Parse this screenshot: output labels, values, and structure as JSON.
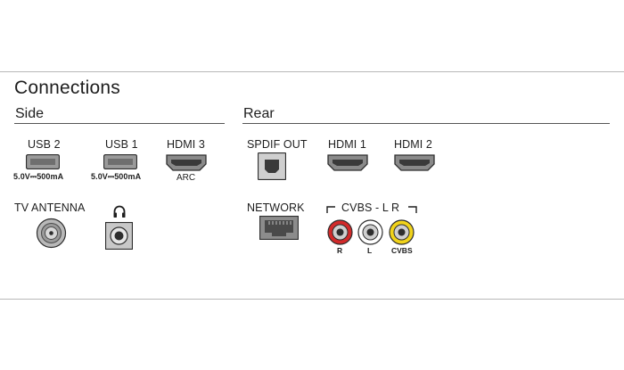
{
  "title": "Connections",
  "sections": {
    "side": "Side",
    "rear": "Rear"
  },
  "ports": {
    "usb2": {
      "label": "USB 2",
      "spec": "5.0V⎓500mA",
      "icon": "usb-port-icon"
    },
    "usb1": {
      "label": "USB 1",
      "spec": "5.0V⎓500mA",
      "icon": "usb-port-icon"
    },
    "hdmi3": {
      "label": "HDMI 3",
      "sub": "ARC",
      "icon": "hdmi-port-icon"
    },
    "spdif": {
      "label": "SPDIF OUT",
      "icon": "optical-port-icon"
    },
    "hdmi1": {
      "label": "HDMI 1",
      "icon": "hdmi-port-icon"
    },
    "hdmi2": {
      "label": "HDMI 2",
      "icon": "hdmi-port-icon"
    },
    "antenna": {
      "label": "TV ANTENNA",
      "icon": "coax-port-icon"
    },
    "headphone": {
      "icon": "headphone-icon"
    },
    "network": {
      "label": "NETWORK",
      "icon": "ethernet-port-icon"
    },
    "cvbs": {
      "label": "CVBS - L R",
      "jacks": [
        {
          "label": "R",
          "color": "#d22a2a"
        },
        {
          "label": "L",
          "color": "#ffffff"
        },
        {
          "label": "CVBS",
          "color": "#f1d31a"
        }
      ]
    }
  }
}
